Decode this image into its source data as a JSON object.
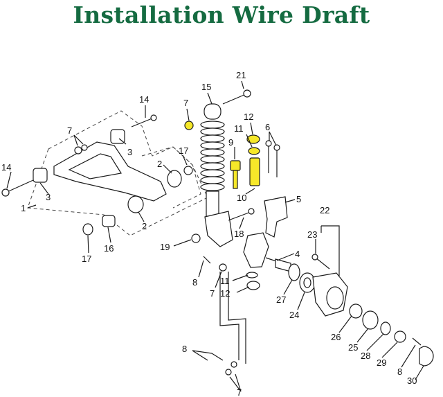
{
  "title": "Installation Wire Draft",
  "colors": {
    "title": "#156b41",
    "highlight": "#f6e829",
    "line": "#1a1a1a"
  },
  "callouts": [
    {
      "id": "c21",
      "text": "21"
    },
    {
      "id": "c15",
      "text": "15"
    },
    {
      "id": "c14a",
      "text": "14"
    },
    {
      "id": "c7a",
      "text": "7"
    },
    {
      "id": "c12a",
      "text": "12"
    },
    {
      "id": "c7b",
      "text": "7"
    },
    {
      "id": "c11a",
      "text": "11"
    },
    {
      "id": "c6",
      "text": "6"
    },
    {
      "id": "c3a",
      "text": "3"
    },
    {
      "id": "c9",
      "text": "9"
    },
    {
      "id": "c17a",
      "text": "17"
    },
    {
      "id": "c2a",
      "text": "2"
    },
    {
      "id": "c14b",
      "text": "14"
    },
    {
      "id": "c3b",
      "text": "3"
    },
    {
      "id": "c10",
      "text": "10"
    },
    {
      "id": "c5",
      "text": "5"
    },
    {
      "id": "c1",
      "text": "1"
    },
    {
      "id": "c2b",
      "text": "2"
    },
    {
      "id": "c22",
      "text": "22"
    },
    {
      "id": "c18",
      "text": "18"
    },
    {
      "id": "c23",
      "text": "23"
    },
    {
      "id": "c16",
      "text": "16"
    },
    {
      "id": "c19",
      "text": "19"
    },
    {
      "id": "c17b",
      "text": "17"
    },
    {
      "id": "c4",
      "text": "4"
    },
    {
      "id": "c8a",
      "text": "8"
    },
    {
      "id": "c11b",
      "text": "11"
    },
    {
      "id": "c7c",
      "text": "7"
    },
    {
      "id": "c12b",
      "text": "12"
    },
    {
      "id": "c27",
      "text": "27"
    },
    {
      "id": "c24",
      "text": "24"
    },
    {
      "id": "c26",
      "text": "26"
    },
    {
      "id": "c25",
      "text": "25"
    },
    {
      "id": "c28",
      "text": "28"
    },
    {
      "id": "c29",
      "text": "29"
    },
    {
      "id": "c8b",
      "text": "8"
    },
    {
      "id": "c8c",
      "text": "8"
    },
    {
      "id": "c30",
      "text": "30"
    },
    {
      "id": "c7d",
      "text": "7"
    }
  ]
}
